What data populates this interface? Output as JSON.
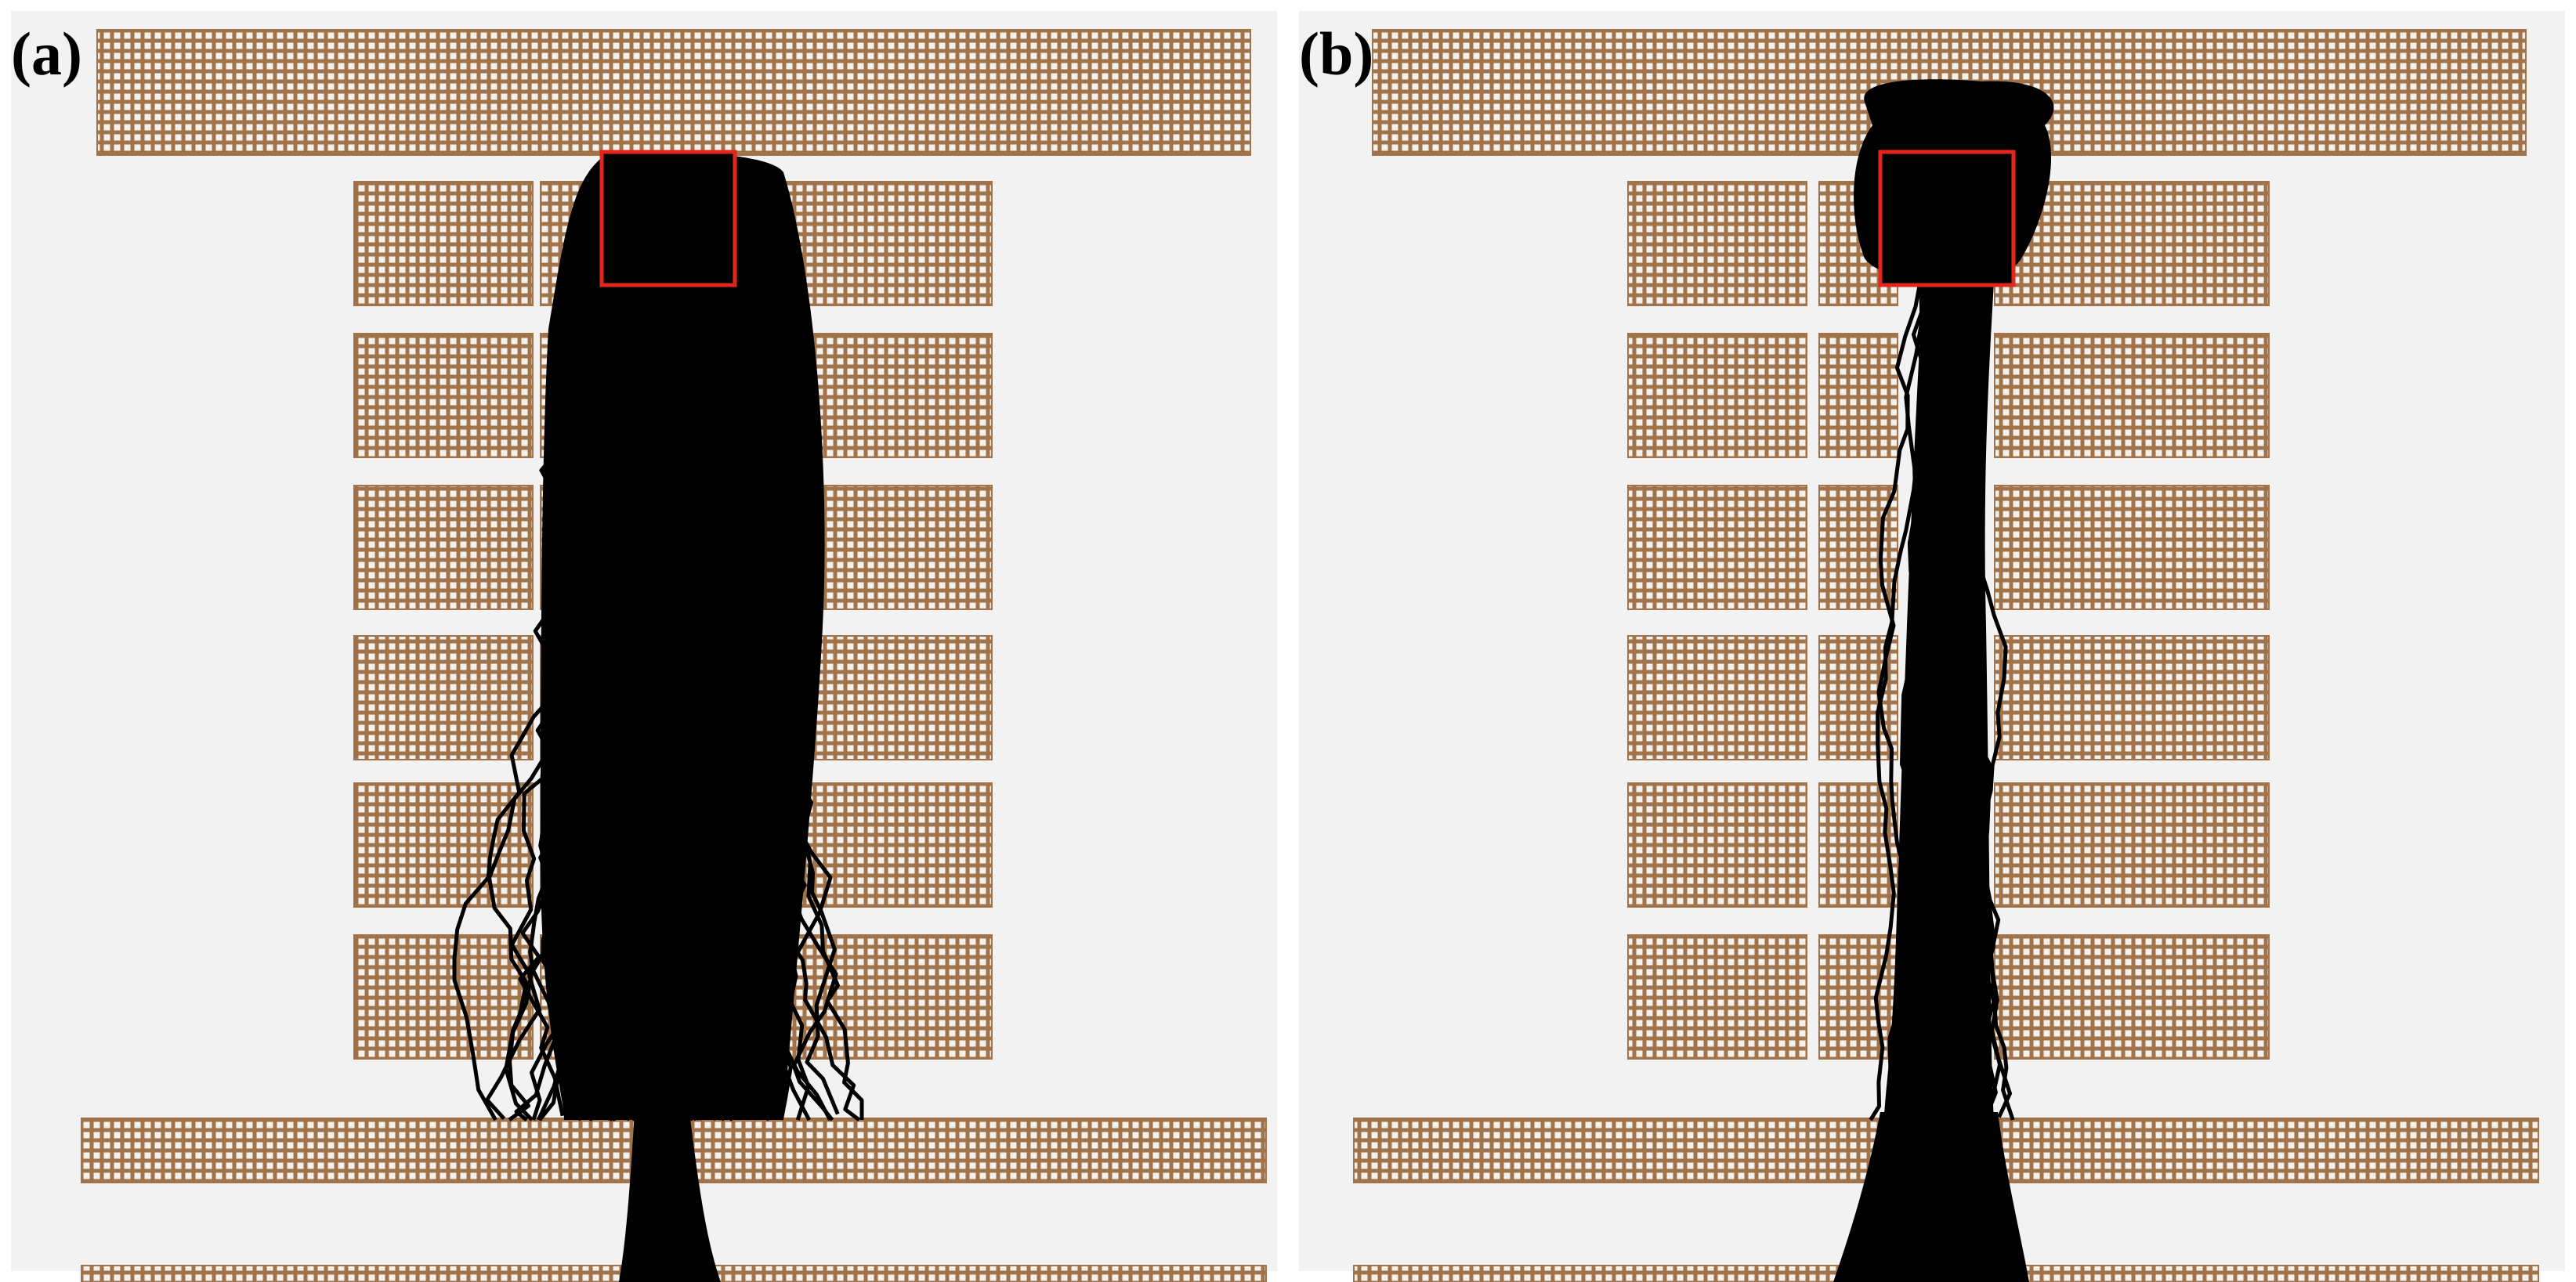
{
  "figure": {
    "panels": [
      {
        "id": "a",
        "label": "(a)"
      },
      {
        "id": "b",
        "label": "(b)"
      }
    ]
  },
  "colors": {
    "background": "#f2f2f2",
    "shelf_fill": "#a0734b",
    "grid_hole": "#f4f1ec",
    "trajectory": "#000000",
    "start_box": "#e3261c"
  }
}
